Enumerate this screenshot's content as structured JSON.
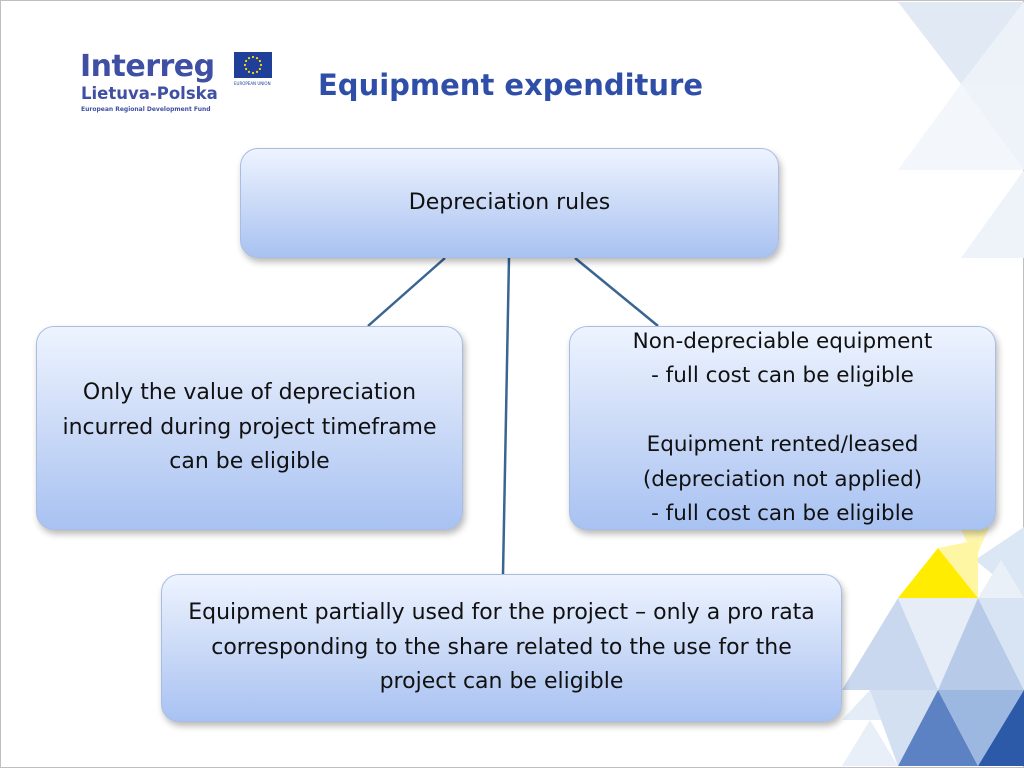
{
  "slide": {
    "title": "Equipment expenditure",
    "accent_color": "#2f4ea8",
    "node_fill": "#c5d6f6",
    "connector_color": "#3a6592"
  },
  "logo": {
    "brand": "Interreg",
    "region": "Lietuva-Polska",
    "fund": "European Regional Development Fund",
    "eu_label": "EUROPEAN UNION",
    "icon": "eu-flag-icon"
  },
  "diagram": {
    "root": "Depreciation rules",
    "left": "Only the value of depreciation incurred during project timeframe can be eligible",
    "right": "Non-depreciable equipment\n- full cost can be eligible\n\nEquipment rented/leased\n(depreciation not applied)\n- full cost can be eligible",
    "bottom": "Equipment partially used for the project – only a pro rata corresponding to the share related to the use for the project can be eligible"
  }
}
